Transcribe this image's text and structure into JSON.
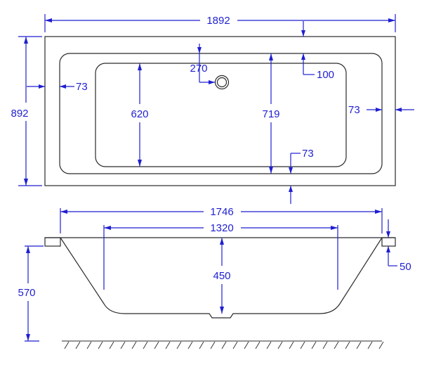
{
  "colors": {
    "dimension": "#1f1fd1",
    "outline": "#2a2a2a",
    "background": "#ffffff"
  },
  "plan_view": {
    "overall_length": "1892",
    "overall_width": "892",
    "rim_side_left": "73",
    "rim_side_right": "73",
    "rim_back": "100",
    "rim_front": "73",
    "waste_offset": "270",
    "inner_width": "620",
    "outer_inner_width": "719"
  },
  "side_view": {
    "top_length": "1746",
    "bottom_length": "1320",
    "inner_depth": "450",
    "overall_height": "570",
    "rim_thickness": "50"
  },
  "icons": [
    "waste-outlet-icon",
    "floor-hatch"
  ]
}
